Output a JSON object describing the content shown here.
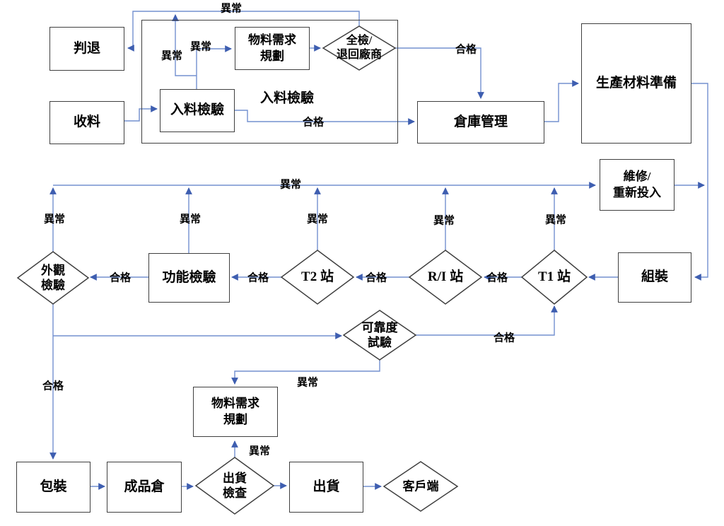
{
  "diagram": {
    "type": "flowchart",
    "language": "zh-TW",
    "colors": {
      "connector": "#7390cf",
      "arrowhead": "#3e5eb0",
      "shape_border": "#3f3f3f",
      "shape_fill": "#ffffff",
      "text": "#000000",
      "background": "#ffffff"
    },
    "nodes": {
      "reject": "判退",
      "receive": "收料",
      "incoming_group_title": "入料檢驗",
      "mrp_top": "物料需求\n規劃",
      "incoming_inspection": "入料檢驗",
      "full_inspection_return_vendor": "全檢/\n退回廠商",
      "warehouse_management": "倉庫管理",
      "production_material_prep": "生產材料準備",
      "repair_reinput": "維修/\n重新投入",
      "assembly": "組裝",
      "t1_station": "T1 站",
      "ri_station": "R/I 站",
      "t2_station": "T2 站",
      "function_test": "功能檢驗",
      "visual_inspection": "外觀\n檢驗",
      "reliability_test": "可靠度\n試驗",
      "mrp_bottom": "物料需求\n規劃",
      "packing": "包裝",
      "finished_goods_warehouse": "成品倉",
      "shipping_inspection": "出貨\n檢查",
      "shipping": "出貨",
      "customer": "客戶端"
    },
    "labels": {
      "abnormal": "異常",
      "pass": "合格"
    },
    "edges": [
      {
        "from": "receive",
        "to": "incoming_inspection",
        "label": ""
      },
      {
        "from": "incoming_inspection",
        "to": "mrp_top",
        "label": "異常"
      },
      {
        "from": "incoming_inspection",
        "to": "reject",
        "label": "異常"
      },
      {
        "from": "mrp_top",
        "to": "full_inspection_return_vendor",
        "label": ""
      },
      {
        "from": "full_inspection_return_vendor",
        "to": "reject",
        "label": "異常"
      },
      {
        "from": "full_inspection_return_vendor",
        "to": "warehouse_management",
        "label": "合格"
      },
      {
        "from": "incoming_inspection",
        "to": "warehouse_management",
        "label": "合格"
      },
      {
        "from": "warehouse_management",
        "to": "production_material_prep",
        "label": ""
      },
      {
        "from": "production_material_prep",
        "to": "assembly",
        "label": ""
      },
      {
        "from": "repair_reinput",
        "to": "assembly",
        "label": ""
      },
      {
        "from": "visual_inspection",
        "to": "repair_reinput",
        "label": "異常"
      },
      {
        "from": "function_test",
        "to": "repair_reinput",
        "label": "異常"
      },
      {
        "from": "t2_station",
        "to": "repair_reinput",
        "label": "異常"
      },
      {
        "from": "ri_station",
        "to": "repair_reinput",
        "label": "異常"
      },
      {
        "from": "t1_station",
        "to": "repair_reinput",
        "label": "異常"
      },
      {
        "from": "assembly",
        "to": "t1_station",
        "label": ""
      },
      {
        "from": "t1_station",
        "to": "ri_station",
        "label": "合格"
      },
      {
        "from": "ri_station",
        "to": "t2_station",
        "label": "合格"
      },
      {
        "from": "t2_station",
        "to": "function_test",
        "label": "合格"
      },
      {
        "from": "function_test",
        "to": "visual_inspection",
        "label": "合格"
      },
      {
        "from": "visual_inspection",
        "to": "packing",
        "label": "合格"
      },
      {
        "from": "visual_inspection",
        "to": "reliability_test",
        "label": ""
      },
      {
        "from": "reliability_test",
        "to": "t1_station",
        "label": "合格"
      },
      {
        "from": "reliability_test",
        "to": "mrp_bottom",
        "label": "異常"
      },
      {
        "from": "packing",
        "to": "finished_goods_warehouse",
        "label": ""
      },
      {
        "from": "finished_goods_warehouse",
        "to": "shipping_inspection",
        "label": ""
      },
      {
        "from": "shipping_inspection",
        "to": "shipping",
        "label": ""
      },
      {
        "from": "shipping_inspection",
        "to": "mrp_bottom",
        "label": "異常"
      },
      {
        "from": "shipping",
        "to": "customer",
        "label": ""
      }
    ]
  }
}
